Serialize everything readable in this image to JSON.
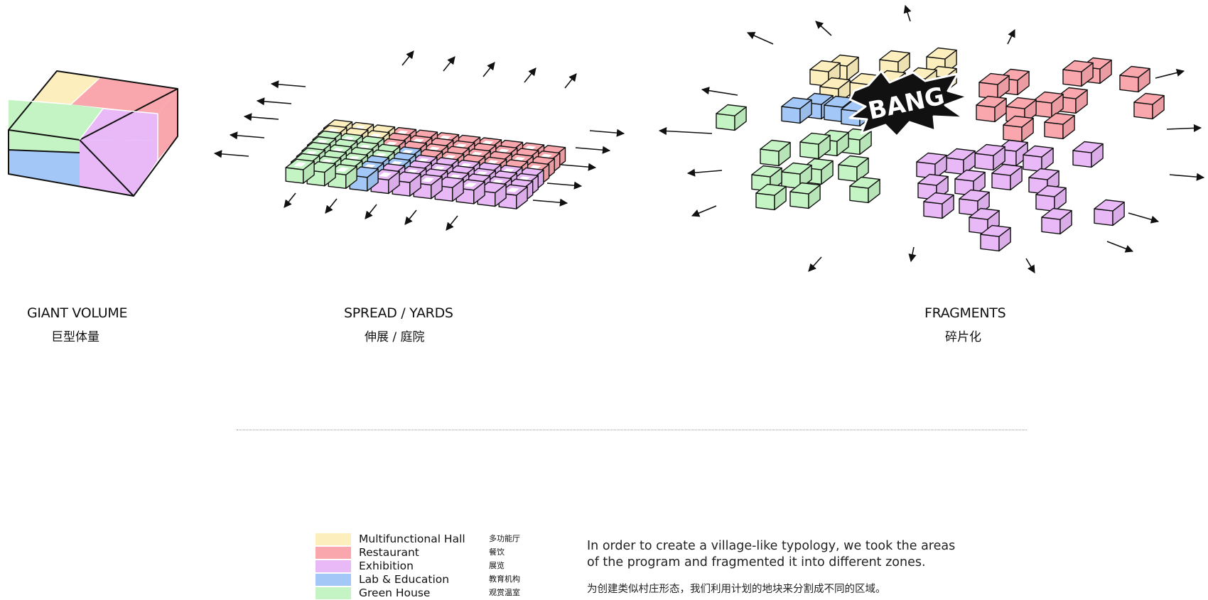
{
  "colors": {
    "multifunctional_hall": "#fcefbd",
    "restaurant": "#f9a6ac",
    "exhibition": "#e9b8f7",
    "lab_education": "#a3c8f7",
    "green_house": "#c4f4c4",
    "outline": "#111111"
  },
  "stages": [
    {
      "title_en": "GIANT VOLUME",
      "title_cn": "巨型体量"
    },
    {
      "title_en": "SPREAD / YARDS",
      "title_cn": "伸展 / 庭院"
    },
    {
      "title_en": "FRAGMENTS",
      "title_cn": "碎片化"
    }
  ],
  "explosion_text": "BANG",
  "icons": [
    "arrow-icon",
    "explosion-icon"
  ],
  "legend": [
    {
      "en": "Multifunctional Hall",
      "cn": "多功能厅",
      "color": "#fcefbd"
    },
    {
      "en": "Restaurant",
      "cn": "餐饮",
      "color": "#f9a6ac"
    },
    {
      "en": "Exhibition",
      "cn": "展览",
      "color": "#e9b8f7"
    },
    {
      "en": "Lab & Education",
      "cn": "教育机构",
      "color": "#a3c8f7"
    },
    {
      "en": "Green House",
      "cn": "观赏温室",
      "color": "#c4f4c4"
    }
  ],
  "description": {
    "line1": "In order to create a village-like typology, we took the areas",
    "line2": "of the program and fragmented it into different zones.",
    "cn": "为创建类似村庄形态，我们利用计划的地块来分割成不同的区域。"
  }
}
